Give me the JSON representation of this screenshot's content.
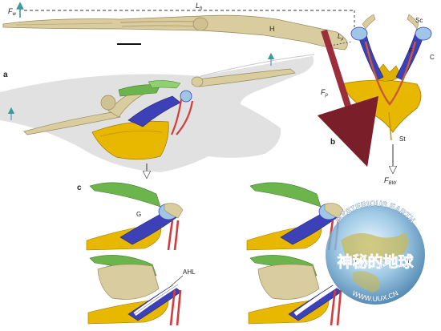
{
  "panels": {
    "a": "a",
    "b": "b",
    "c": "c"
  },
  "labels": {
    "fw": "F",
    "fw_sub": "w",
    "lh": "L",
    "lh_sub": "h",
    "h": "H",
    "lp": "L",
    "lp_sub": "p",
    "fp": "F",
    "fp_sub": "p",
    "sc": "Sc",
    "f": "F",
    "c": "C",
    "st": "St",
    "fbw": "F",
    "fbw_sub": "BW",
    "g": "G",
    "ahl": "AHL"
  },
  "watermark": {
    "top_text": "MYSTERIOUS EARTH",
    "chinese_text": "神秘的地球",
    "url": "WWW.UUX.CN"
  },
  "colors": {
    "bone": "#d9cda0",
    "bone_dark": "#b2a070",
    "keel": "#e8b800",
    "coracoid": "#3c41b8",
    "humeral_head": "#9fc6e6",
    "muscle_green": "#6cb44c",
    "muscle_red": "#d43c3c",
    "force_arrow": "#9c2d3a",
    "bird": "#dadada",
    "arrow_teal": "#3d9a9a"
  }
}
